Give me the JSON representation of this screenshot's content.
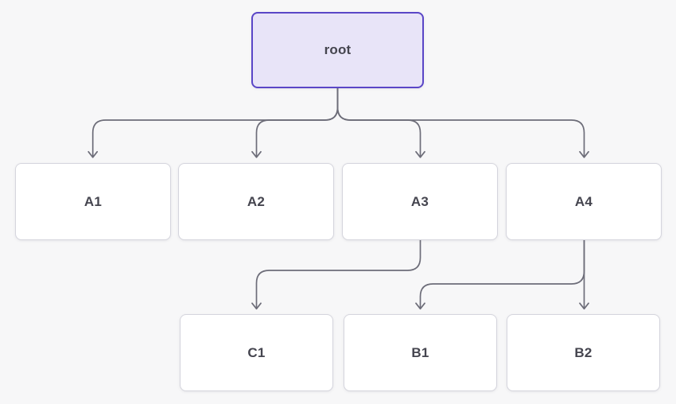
{
  "diagram": {
    "type": "tree-flowchart",
    "nodes": [
      {
        "id": "root",
        "label": "root",
        "variant": "root"
      },
      {
        "id": "A1",
        "label": "A1",
        "variant": "default"
      },
      {
        "id": "A2",
        "label": "A2",
        "variant": "default"
      },
      {
        "id": "A3",
        "label": "A3",
        "variant": "default"
      },
      {
        "id": "A4",
        "label": "A4",
        "variant": "default"
      },
      {
        "id": "C1",
        "label": "C1",
        "variant": "default"
      },
      {
        "id": "B1",
        "label": "B1",
        "variant": "default"
      },
      {
        "id": "B2",
        "label": "B2",
        "variant": "default"
      }
    ],
    "edges": [
      {
        "from": "root",
        "to": "A1"
      },
      {
        "from": "root",
        "to": "A2"
      },
      {
        "from": "root",
        "to": "A3"
      },
      {
        "from": "root",
        "to": "A4"
      },
      {
        "from": "A3",
        "to": "C1"
      },
      {
        "from": "A4",
        "to": "B1"
      },
      {
        "from": "A4",
        "to": "B2"
      }
    ],
    "colors": {
      "background": "#f7f7f8",
      "node_fill": "#ffffff",
      "node_border": "#d5d5dd",
      "root_fill": "#e8e4f8",
      "root_border": "#5a46c7",
      "edge": "#6d6d79",
      "label": "#45454f"
    }
  }
}
